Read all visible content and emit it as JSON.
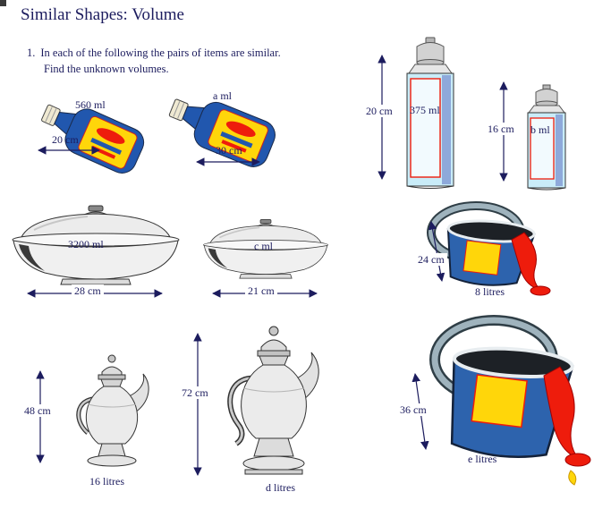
{
  "colors": {
    "text": "#1c1c5e",
    "accent_red": "#ee1c0c",
    "label_yellow": "#ffd60a",
    "bottle_blue": "#2157ae",
    "can_blue": "#c9ecf8",
    "bucket_blue": "#2d63ad"
  },
  "header": {
    "title": "Similar Shapes: Volume"
  },
  "question": {
    "number": "1.",
    "line1": "In each of the following the pairs of items are similar.",
    "line2": "Find the unknown volumes."
  },
  "sauce_bottles": {
    "left": {
      "volume_label": "560 ml",
      "width_label": "20 cm"
    },
    "right": {
      "volume_label": "a ml",
      "width_label": "30 cm"
    }
  },
  "spray_cans": {
    "left": {
      "height_label": "20 cm",
      "volume_label": "375 ml"
    },
    "right": {
      "height_label": "16 cm",
      "volume_label": "b ml"
    }
  },
  "casserole_dishes": {
    "left": {
      "volume_label": "3200 ml",
      "width_label": "28 cm"
    },
    "right": {
      "volume_label": "c ml",
      "width_label": "21 cm"
    }
  },
  "buckets": {
    "top": {
      "height_label": "24 cm",
      "volume_label": "8 litres"
    },
    "bottom": {
      "height_label": "36 cm",
      "volume_label": "e litres"
    }
  },
  "coffee_pots": {
    "left": {
      "height_label": "48 cm",
      "volume_label": "16 litres"
    },
    "right": {
      "height_label": "72 cm",
      "volume_label": "d litres"
    }
  }
}
